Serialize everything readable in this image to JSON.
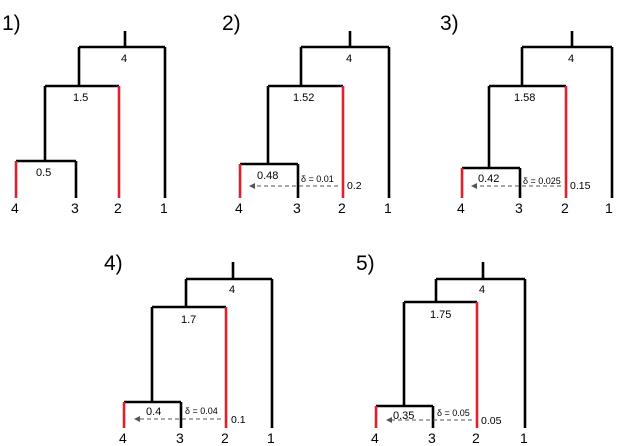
{
  "colors": {
    "tree": "#000000",
    "moved_branch": "#e0202a",
    "arrow": "#555555"
  },
  "panels": [
    {
      "label": "1)",
      "leaves": [
        "4",
        "3",
        "2",
        "1"
      ],
      "root_height": "4",
      "mid_height": "1.5",
      "low_height": "0.5",
      "delta": "",
      "extra": ""
    },
    {
      "label": "2)",
      "leaves": [
        "4",
        "3",
        "2",
        "1"
      ],
      "root_height": "4",
      "mid_height": "1.52",
      "low_height": "0.48",
      "delta": "δ = 0.01",
      "extra": "0.2"
    },
    {
      "label": "3)",
      "leaves": [
        "4",
        "3",
        "2",
        "1"
      ],
      "root_height": "4",
      "mid_height": "1.58",
      "low_height": "0.42",
      "delta": "δ = 0.025",
      "extra": "0.15"
    },
    {
      "label": "4)",
      "leaves": [
        "4",
        "3",
        "2",
        "1"
      ],
      "root_height": "4",
      "mid_height": "1.7",
      "low_height": "0.4",
      "delta": "δ = 0.04",
      "extra": "0.1"
    },
    {
      "label": "5)",
      "leaves": [
        "4",
        "3",
        "2",
        "1"
      ],
      "root_height": "4",
      "mid_height": "1.75",
      "low_height": "0.35",
      "delta": "δ = 0.05",
      "extra": "0.05"
    }
  ]
}
